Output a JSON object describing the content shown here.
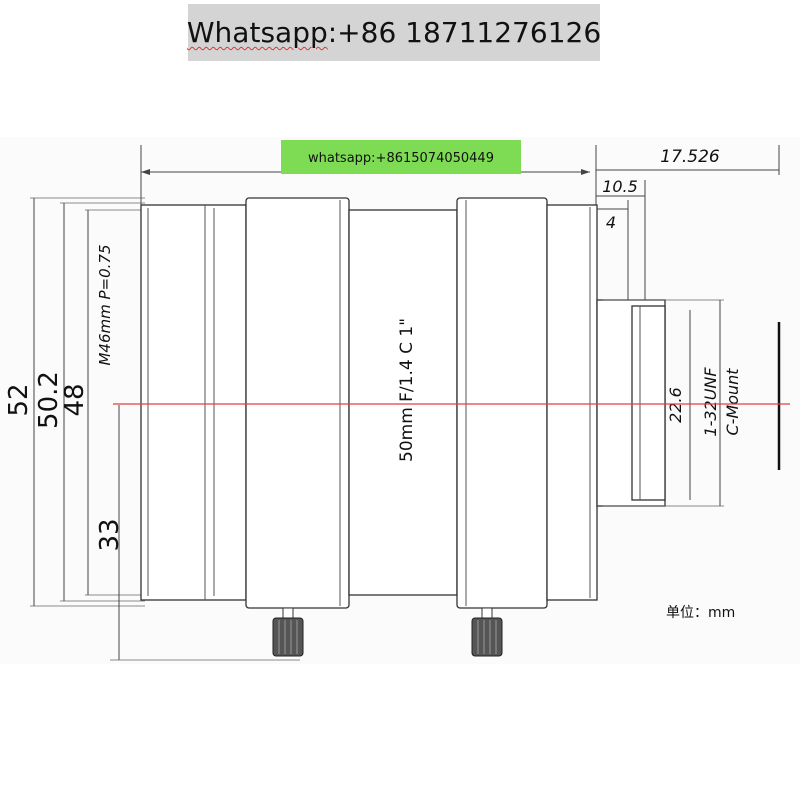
{
  "banner": {
    "prefix": "Whatsapp",
    "rest": ":+86 18711276126"
  },
  "green_label": {
    "text": "whatsapp:+8615074050449",
    "color": "#7ddc53"
  },
  "dimensions": {
    "top_right": "17.526",
    "d105": "10.5",
    "d4": "4",
    "left_52": "52",
    "left_502": "50.2",
    "left_48": "48",
    "left_33": "33",
    "thread": "M46mm P=0.75",
    "lens_text": "50mm  F/1.4  C  1\"",
    "mount_dia": "22.6",
    "mount_thread": "1-32UNF",
    "mount_name": "C-Mount"
  },
  "unit": "单位：mm",
  "colors": {
    "axis": "#e04040",
    "outline": "#333333"
  }
}
